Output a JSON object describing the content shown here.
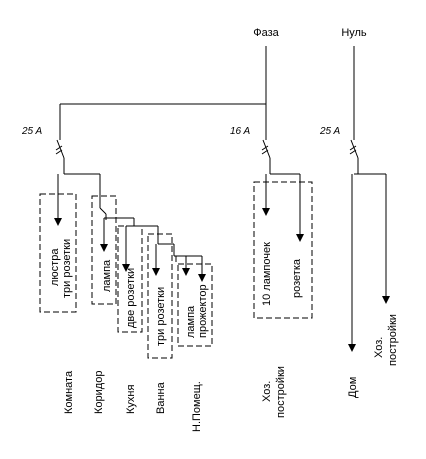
{
  "diagram": {
    "bus_labels": {
      "phase": "Фаза",
      "neutral": "Нуль"
    },
    "breakers": {
      "main": "25 A",
      "middle": "16 A",
      "right": "25 A"
    },
    "groups": [
      {
        "inside": [
          "люстра",
          "три розетки"
        ],
        "room": "Комната"
      },
      {
        "inside": [
          "лампа"
        ],
        "room": "Коридор"
      },
      {
        "inside": [
          "две розетки"
        ],
        "room": "Кухня"
      },
      {
        "inside": [
          "три розетки"
        ],
        "room": "Ванна"
      },
      {
        "inside": [
          "лампа",
          "прожектор"
        ],
        "room": "Н.Помещ."
      }
    ],
    "middle_group": {
      "inside": [
        "10 лампочек",
        "розетка"
      ],
      "room": [
        "Хоз.",
        "постройки"
      ]
    },
    "right_outputs": {
      "home": "Дом",
      "sheds": [
        "Хоз.",
        "постройки"
      ]
    }
  }
}
